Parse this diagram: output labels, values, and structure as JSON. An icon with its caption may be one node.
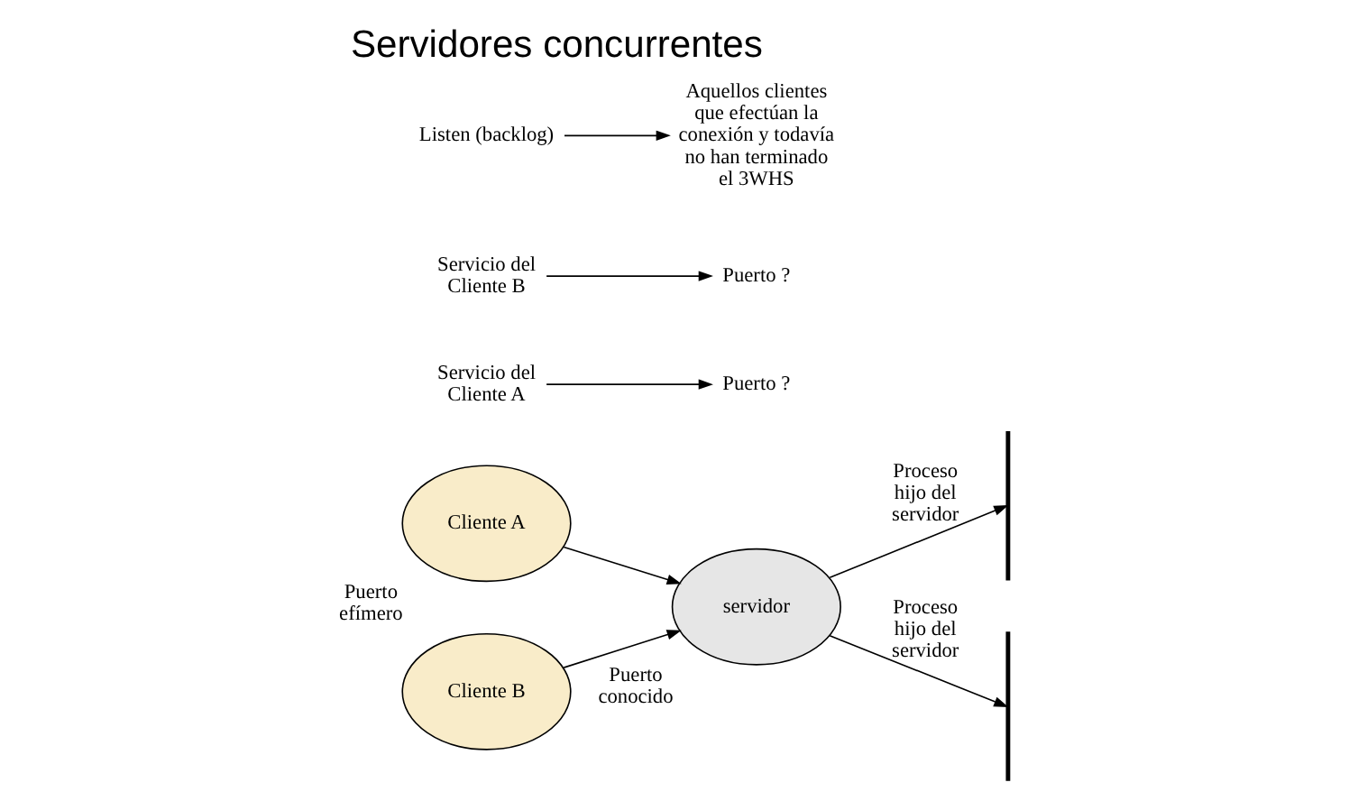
{
  "diagram": {
    "title": "Servidores concurrentes",
    "nodes": [
      {
        "text": [
          "Cliente A"
        ],
        "beside": [
          "Puerto efímero"
        ]
      },
      {
        "text": [
          "Cliente B"
        ]
      },
      {
        "text": [
          "servidor"
        ],
        "beside": [
          "Puerto conocido"
        ]
      },
      {
        "text": [],
        "shape": "bar"
      },
      {
        "text": [
          "Servicio del Cliente A"
        ]
      },
      {
        "text": [
          "Puerto ?"
        ]
      },
      {
        "text": [],
        "shape": "bar"
      },
      {
        "text": [
          "Servicio del Cliente B"
        ]
      },
      {
        "text": [
          "Puerto ?"
        ]
      },
      {
        "text": [
          "Listen (backlog)"
        ]
      },
      {
        "text": [
          "Aquellos clientes que efectúan la conexión y todavía no han terminado el 3WHS"
        ]
      }
    ],
    "edges": [
      {
        "from": 0,
        "to": 2,
        "arrow": "to"
      },
      {
        "from": 1,
        "to": 2,
        "arrow": "to"
      },
      {
        "from": 2,
        "to": 3,
        "arrow": "to",
        "label": "Proceso hijo del servidor"
      },
      {
        "from": 2,
        "to": 6,
        "arrow": "to",
        "label": "Proceso hijo del servidor"
      },
      {
        "from": 4,
        "to": 5,
        "arrow": "to"
      },
      {
        "from": 7,
        "to": 8,
        "arrow": "to"
      },
      {
        "from": 9,
        "to": 10,
        "arrow": "to"
      }
    ]
  }
}
